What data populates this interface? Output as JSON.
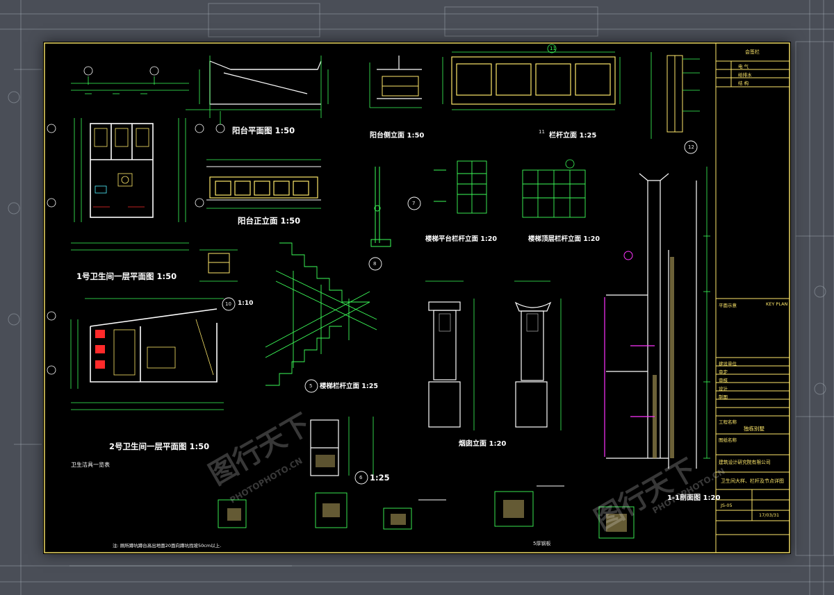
{
  "titles": {
    "bathroom1": "1号卫生间一层平面图  1:50",
    "balcony_plan": "阳台平面图  1:50",
    "balcony_side": "阳台侧立面  1:50",
    "railing_elev": "栏杆立面  1:25",
    "balcony_front": "阳台正立面  1:50",
    "stair_platform": "楼梯平台栏杆立面 1:20",
    "stair_top": "楼梯顶层栏杆立面 1:20",
    "stair_railing": "楼梯栏杆立面  1:25",
    "bathroom2": "2号卫生间一层平面图  1:50",
    "chimney": "烟囱立面 1:20",
    "section_11": "1-1剖面图  1:20",
    "detail_10": "1:10",
    "detail_6": "1:25",
    "detail_5_note": "5厚钢板",
    "fixtures_list": "卫生洁具一览表"
  },
  "callouts": {
    "c11": "11",
    "c12": "12",
    "c7": "7",
    "c8": "8",
    "c10": "10",
    "c5": "5",
    "c6": "6"
  },
  "fixtures_note": "注: 厕所蹲坑蹲台高出地面20面向蹲坑找坡50cm以上.",
  "title_block": {
    "header": "会签栏",
    "row1": "电  气",
    "row2": "给排水",
    "row3": "结  构",
    "key_plan": "KEY PLAN",
    "key_plan_cn": "平面示意",
    "project_owner": "建设单位",
    "checked": "审定",
    "approved": "审核",
    "designed": "设计",
    "drawn": "制图",
    "project_name_label": "工程名称",
    "project_name": "独栋别墅",
    "drawing_title_label": "图纸名称",
    "drawing_title": "卫生间大样、栏杆及节点详图",
    "company": "建筑设计研究院有限公司",
    "drawing_no": "JS-05",
    "date": "17/03/31"
  },
  "watermark": {
    "text_cn": "图行天下",
    "text_en": "PHOTOPHOTO.CN"
  },
  "colors": {
    "background": "#4a4e57",
    "sheet": "#000000",
    "line_green": "#3dff5a",
    "line_yellow": "#ffe96b",
    "line_white": "#ffffff",
    "line_magenta": "#ff33ff",
    "line_cyan": "#4ff2ff",
    "line_red": "#ff2a2a"
  }
}
